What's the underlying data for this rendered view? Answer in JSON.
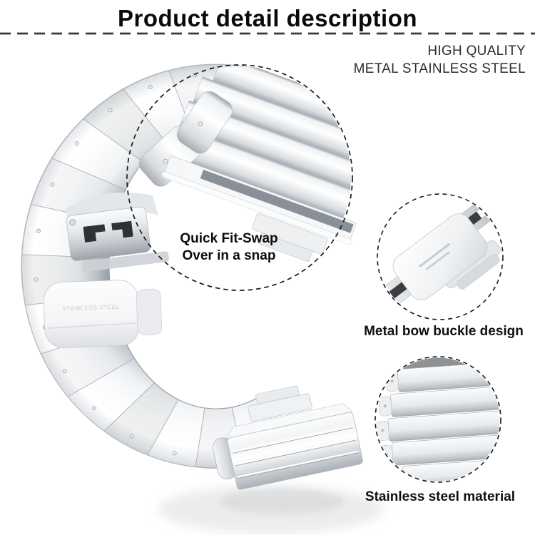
{
  "header": {
    "title": "Product detail description",
    "tagline_line1": "HIGH QUALITY",
    "tagline_line2": "METAL STAINLESS STEEL"
  },
  "callouts": {
    "quick_fit_line1": "Quick Fit-Swap",
    "quick_fit_line2": "Over in a snap",
    "buckle_caption": "Metal bow buckle design",
    "material_caption": "Stainless steel material"
  },
  "product": {
    "engraving": "STAINLESS STEEL"
  },
  "icons": {
    "callout_circle": "dashed-zoom-circle"
  },
  "colors": {
    "background": "#ffffff",
    "title_text": "#0a0a0a",
    "tagline_text": "#2d2d2d",
    "caption_text": "#101010",
    "separator_dash": "#3a3a3a",
    "circle_dash": "#1a1a1a",
    "metal_highlight": "#ffffff",
    "metal_mid": "#d6dade",
    "metal_shadow": "#9aa0a6",
    "engraving_text": "#c8cacc"
  }
}
